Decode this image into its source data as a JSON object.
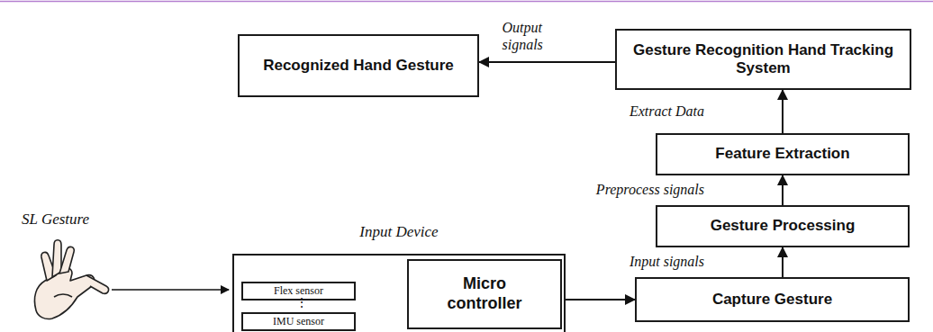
{
  "diagram": {
    "nodes": [
      {
        "text": [
          "Recognized Hand Gesture"
        ]
      },
      {
        "text": [
          "Gesture Recognition Hand Tracking System"
        ]
      },
      {
        "text": [
          "Feature Extraction"
        ]
      },
      {
        "text": [
          "Gesture Processing"
        ]
      },
      {
        "text": [
          "Input Device"
        ]
      },
      {
        "text": [
          "Flex sensor"
        ],
        "in": 4
      },
      {
        "text": [
          "IMU sensor"
        ],
        "in": 4
      },
      {
        "text": [
          "Micro controller"
        ],
        "in": 4
      },
      {
        "text": [
          "Capture Gesture"
        ]
      }
    ],
    "edges": [
      {
        "from": 5,
        "to": 7,
        "arrow": "to"
      },
      {
        "from": 6,
        "to": 7,
        "arrow": "to"
      },
      {
        "from": 4,
        "to": 8,
        "arrow": "to"
      },
      {
        "from": 8,
        "to": 3,
        "label": "Input signals",
        "arrow": "to"
      },
      {
        "from": 3,
        "to": 2,
        "label": "Preprocess signals",
        "arrow": "to"
      },
      {
        "from": 2,
        "to": 1,
        "label": "Extract Data",
        "arrow": "to"
      },
      {
        "from": 1,
        "to": 0,
        "label": "Output signals",
        "arrow": "to"
      }
    ],
    "labels": [
      "SL Gesture",
      "⋮"
    ]
  }
}
